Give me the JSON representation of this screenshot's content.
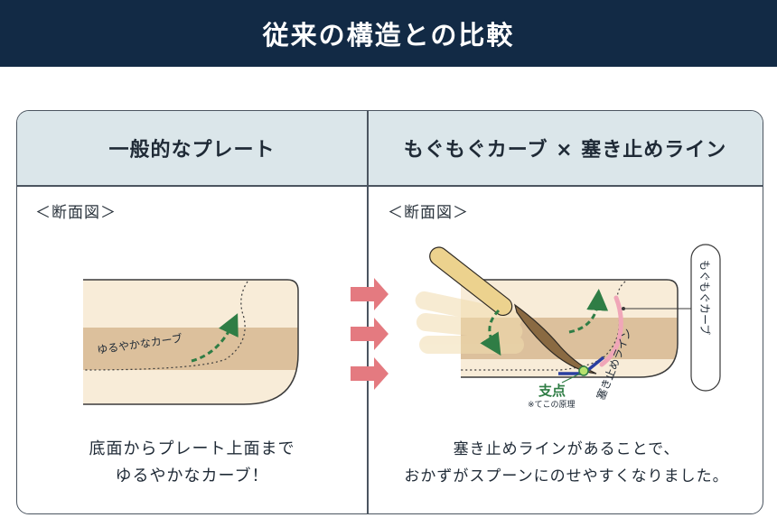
{
  "title": "従来の構造との比較",
  "left": {
    "heading": "一般的なプレート",
    "section_label": "＜断面図＞",
    "curve_label": "ゆるやかなカーブ",
    "caption_line1": "底面からプレート上面まで",
    "caption_line2": "ゆるやかなカーブ！"
  },
  "right": {
    "heading": "もぐもぐカーブ × 塞き止めライン",
    "section_label": "＜断面図＞",
    "callout_label": "もぐもぐカーブ",
    "line_label": "塞き止めライン",
    "fulcrum_label": "支点",
    "fulcrum_note": "※てこの原理",
    "caption_line1": "塞き止めラインがあることで、",
    "caption_line2": "おかずがスプーンにのせやすくなりました。"
  },
  "colors": {
    "title_bg": "#122a45",
    "header_bg": "#dbe6ea",
    "plate_light": "#f8ecd8",
    "plate_band": "#dcc09c",
    "arrow_pink": "#e47a80",
    "curve_green": "#2f7d45",
    "stop_line_blue": "#2a3fa0",
    "curve_pink": "#f0a6b8"
  }
}
